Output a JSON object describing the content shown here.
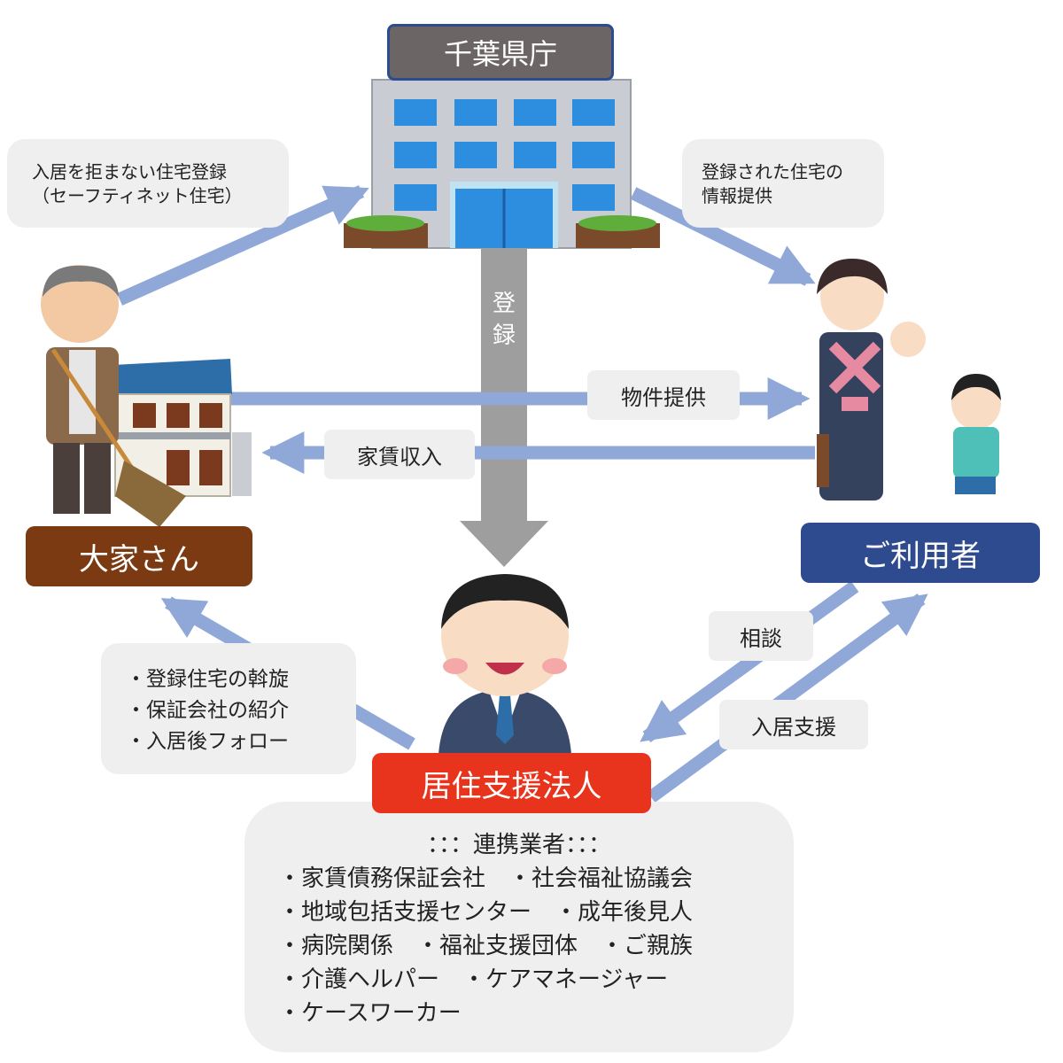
{
  "nodes": {
    "prefecture": "千葉県庁",
    "landlord": "大家さん",
    "user": "ご利用者",
    "support_corp": "居住支援法人"
  },
  "edge_labels": {
    "register_housing": [
      "入居を拒まない住宅登録",
      "（セーフティネット住宅）"
    ],
    "info_provision": [
      "登録された住宅の",
      "情報提供"
    ],
    "registration_vertical": [
      "登",
      "録"
    ],
    "property_provision": "物件提供",
    "rent_income": "家賃収入",
    "consultation": "相談",
    "move_in_support": "入居支援"
  },
  "support_to_landlord": [
    "・登録住宅の斡旋",
    "・保証会社の紹介",
    "・入居後フォロー"
  ],
  "partners": {
    "heading": "：：：連携業者：：：",
    "lines": [
      "・家賃債務保証会社　・社会福祉協議会",
      "・地域包括支援センター　・成年後見人",
      "・病院関係　・福祉支援団体　・ご親族",
      "・介護ヘルパー　・ケアマネージャー",
      "・ケースワーカー"
    ]
  },
  "colors": {
    "arrow_blue": "#8fa8d8",
    "arrow_gray": "#9e9e9e",
    "prefecture_box": "#6b6565",
    "landlord_box": "#7b3a12",
    "user_box": "#2d4b8e",
    "support_box": "#e8341c",
    "bubble": "#efefef"
  }
}
